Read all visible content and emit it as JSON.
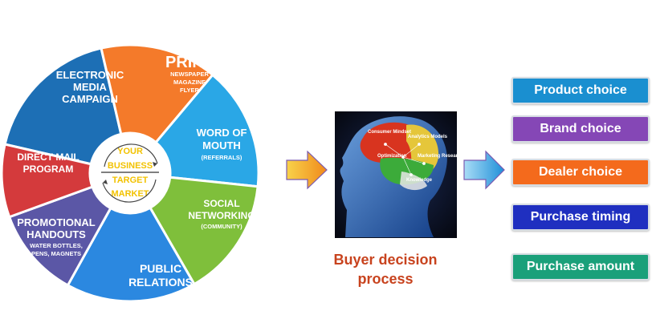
{
  "wheel": {
    "segments": [
      {
        "id": "electronic",
        "title_lines": [
          "ELECTRONIC",
          "MEDIA",
          "CAMPAIGN"
        ],
        "sub_lines": [],
        "color": "#1d6fb5"
      },
      {
        "id": "print",
        "title_lines": [
          "PRINT"
        ],
        "sub_lines": [
          "NEWSPAPER",
          "MAGAZINE",
          "FLYER"
        ],
        "color": "#f47a2a"
      },
      {
        "id": "word",
        "title_lines": [
          "WORD OF",
          "MOUTH"
        ],
        "sub_lines": [
          "(REFERRALS)"
        ],
        "color": "#2aa7e6"
      },
      {
        "id": "social",
        "title_lines": [
          "SOCIAL",
          "NETWORKING"
        ],
        "sub_lines": [
          "(COMMUNITY)"
        ],
        "color": "#7fbf3b"
      },
      {
        "id": "public",
        "title_lines": [
          "PUBLIC",
          "RELATIONS"
        ],
        "sub_lines": [],
        "color": "#2b88e0"
      },
      {
        "id": "promo",
        "title_lines": [
          "PROMOTIONAL",
          "HANDOUTS"
        ],
        "sub_lines": [
          "WATER BOTTLES,",
          "PENS, MAGNETS"
        ],
        "color": "#5b57a6"
      },
      {
        "id": "direct",
        "title_lines": [
          "DIRECT MAIL",
          "PROGRAM"
        ],
        "sub_lines": [],
        "color": "#d43a3c"
      }
    ],
    "hub_lines": [
      "YOUR",
      "BUSINESS",
      "TARGET",
      "MARKET"
    ],
    "hub_text_color": "#f2c200"
  },
  "brain": {
    "labels": [
      "Consumer Mindset",
      "Analytics Models",
      "Optimization",
      "Marketing Research",
      "Knowledge"
    ]
  },
  "caption": {
    "line1": "Buyer decision",
    "line2": "process"
  },
  "outcomes": [
    {
      "label": "Product choice",
      "color": "#1a8fd0"
    },
    {
      "label": "Brand choice",
      "color": "#8547b6"
    },
    {
      "label": "Dealer choice",
      "color": "#f46a1c"
    },
    {
      "label": "Purchase timing",
      "color": "#1f2fc0"
    },
    {
      "label": "Purchase amount",
      "color": "#1aa07a"
    }
  ],
  "arrow_color": "#f3a21c",
  "arrow2_color": "#2aa5e8"
}
